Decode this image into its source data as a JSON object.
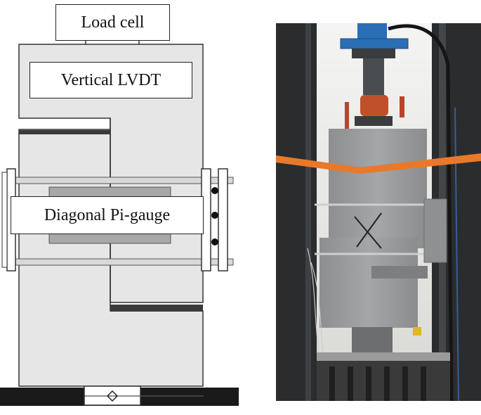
{
  "diagram": {
    "labels": {
      "load_cell": "Load cell",
      "vertical_lvdt": "Vertical LVDT",
      "diagonal_pi_gauge": "Diagonal Pi-gauge"
    },
    "colors": {
      "specimen_fill": "#e6e6e6",
      "outline": "#333333",
      "steel_plate": "#3a3a3a",
      "clamp_bar": "#d9d9d9",
      "gauge_fill": "#a8a8a8",
      "base_beam": "#1a1a1a"
    }
  },
  "photo": {
    "description_icons": [
      "hydraulic-actuator",
      "load-cell",
      "concrete-specimen",
      "steel-clamp-plates",
      "strap",
      "test-frame"
    ],
    "colors": {
      "frame": "#2a2c2e",
      "actuator": "#2a6fb5",
      "load_cell": "#c0502a",
      "specimen": "#9a9c9e",
      "strap": "#e8792a",
      "background_wall": "#f2f2f0"
    }
  }
}
